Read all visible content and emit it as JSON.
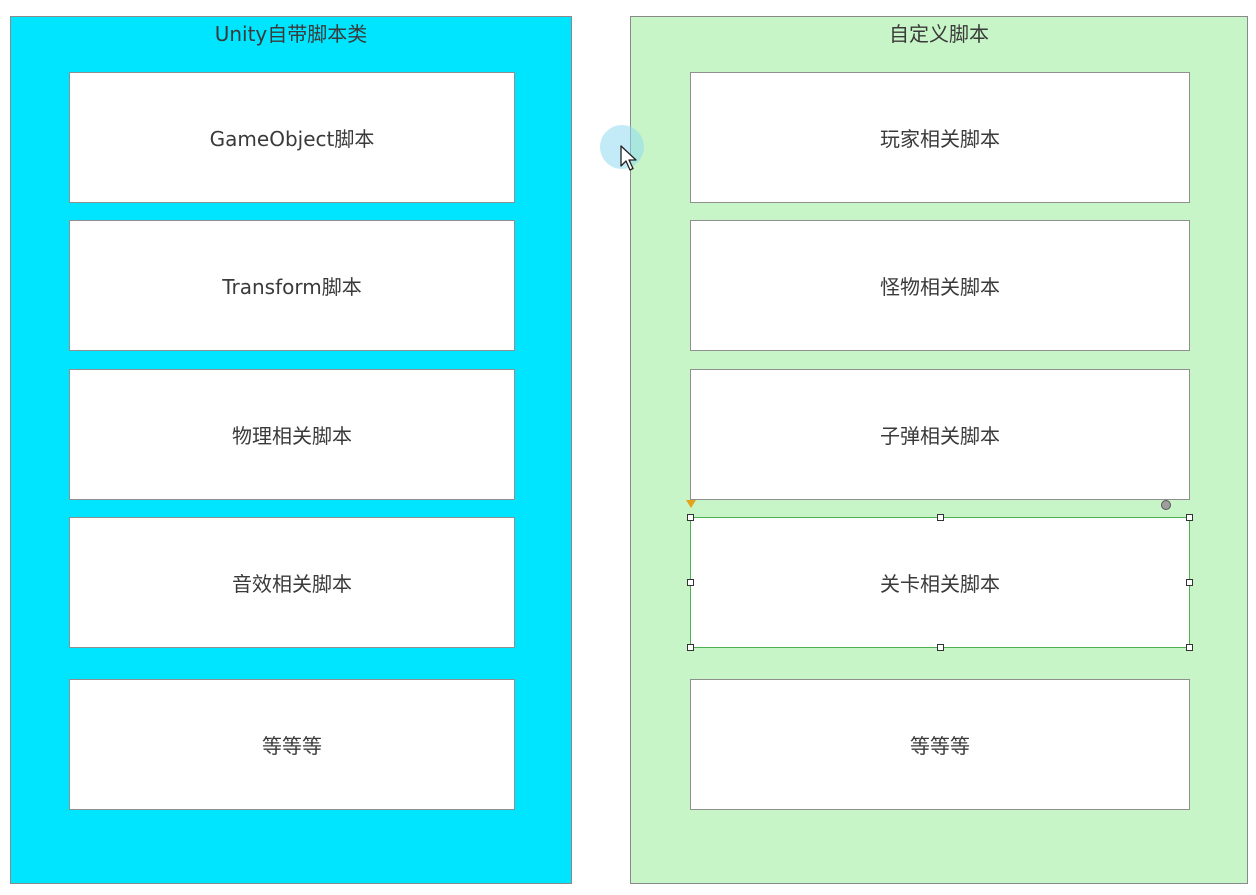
{
  "colors": {
    "left_fill": "#00e5ff",
    "right_fill": "#c8f5c8",
    "selection": "#4caf50",
    "cursor_highlight": "#8fd8f0"
  },
  "left_container": {
    "title": "Unity自带脚本类",
    "items": [
      {
        "label": "GameObject脚本"
      },
      {
        "label": "Transform脚本"
      },
      {
        "label": "物理相关脚本"
      },
      {
        "label": "音效相关脚本"
      },
      {
        "label": "等等等"
      }
    ]
  },
  "right_container": {
    "title": "自定义脚本",
    "items": [
      {
        "label": "玩家相关脚本"
      },
      {
        "label": "怪物相关脚本"
      },
      {
        "label": "子弹相关脚本"
      },
      {
        "label": "关卡相关脚本",
        "selected": true
      },
      {
        "label": "等等等"
      }
    ]
  },
  "cursor": {
    "icon": "mouse-pointer-icon"
  }
}
